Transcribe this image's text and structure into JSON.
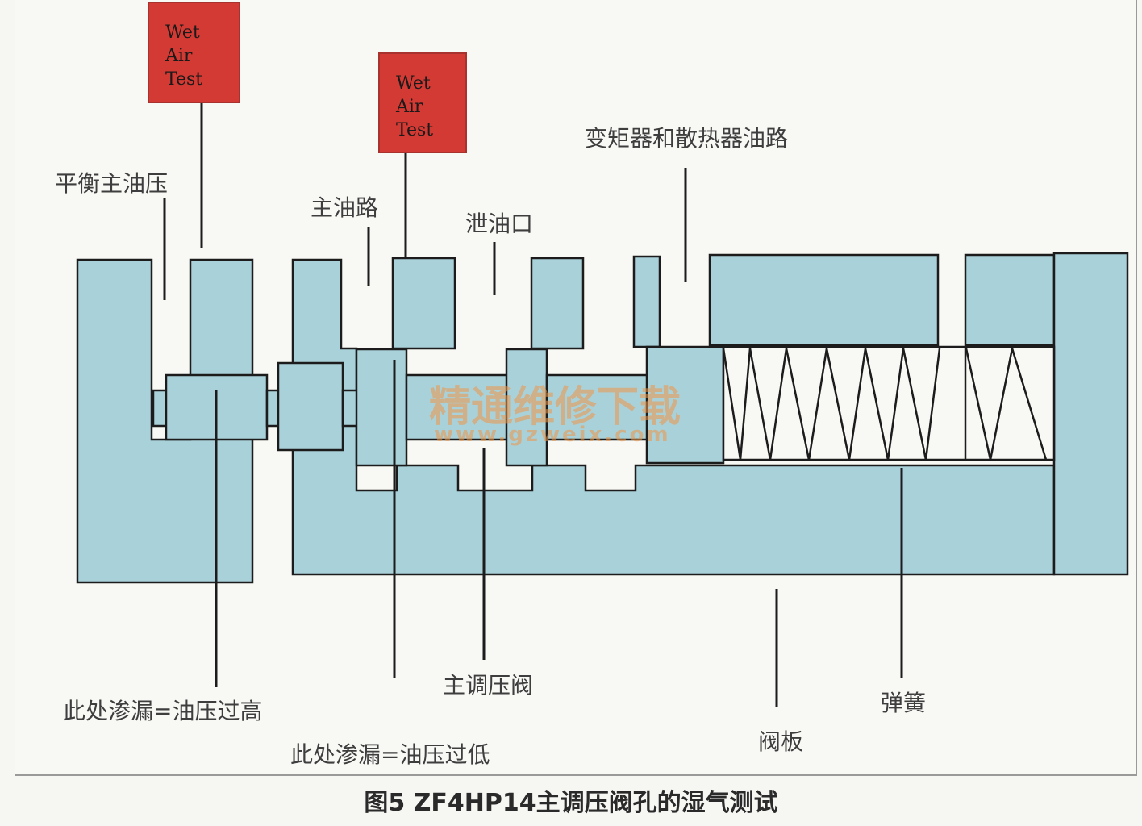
{
  "tags": [
    {
      "lines": [
        "Wet",
        "Air",
        "Test"
      ]
    },
    {
      "lines": [
        "Wet",
        "Air",
        "Test"
      ]
    }
  ],
  "labels": {
    "balance_main_pressure": "平衡主油压",
    "main_oil_line": "主油路",
    "drain_port": "泄油口",
    "converter_cooler_line": "变矩器和散热器油路",
    "leak_high": "此处渗漏=油压过高",
    "leak_low": "此处渗漏=油压过低",
    "main_regulator_valve": "主调压阀",
    "valve_body": "阀板",
    "spring": "弹簧"
  },
  "watermark": {
    "cn": "精通维修下载",
    "url": "www.gzweix.com"
  },
  "caption": "图5 ZF4HP14主调压阀孔的湿气测试",
  "colors": {
    "body": "#a9d1da",
    "outline": "#1c1c1c",
    "tag": "#d33a33"
  }
}
